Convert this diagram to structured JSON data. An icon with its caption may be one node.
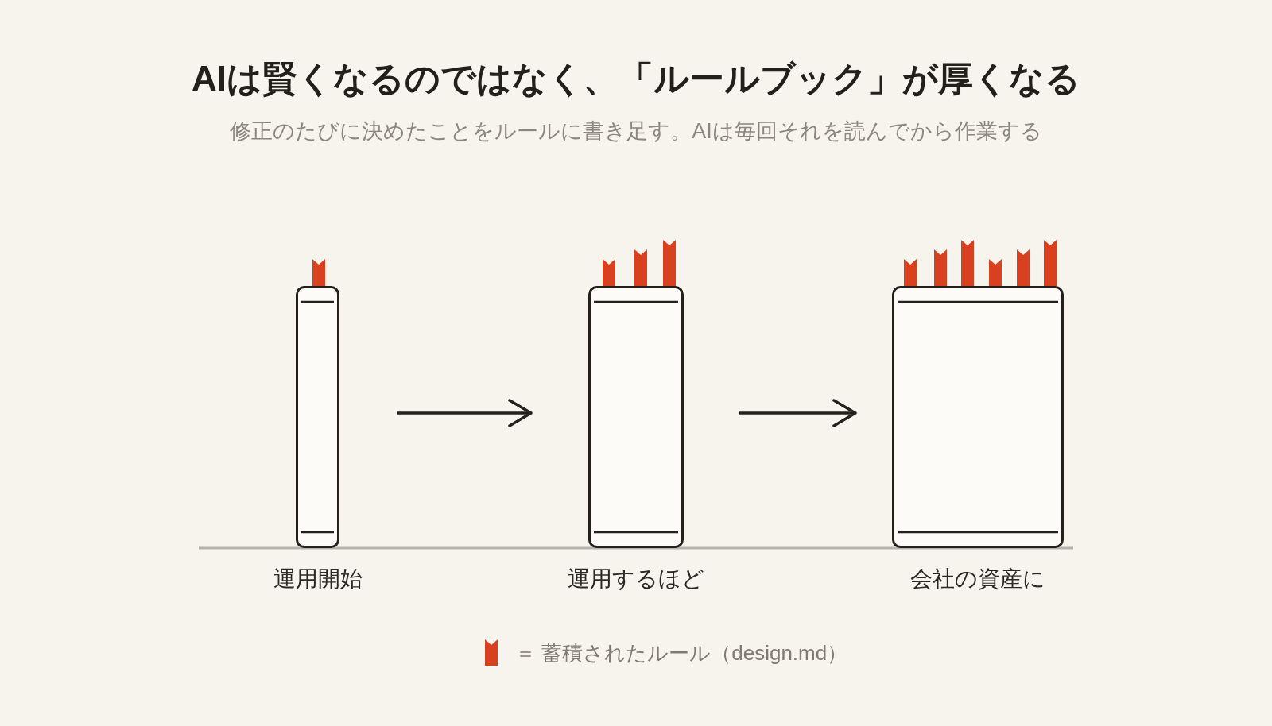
{
  "diagram": {
    "title": "AIは賢くなるのではなく、「ルールブック」が厚くなる",
    "nodes": [
      {
        "text": [
          "運用開始"
        ]
      },
      {
        "text": [
          "運用するほど"
        ]
      },
      {
        "text": [
          "会社の資産に"
        ]
      }
    ],
    "edges": [
      {
        "from": 0,
        "to": 1,
        "arrow": "to"
      },
      {
        "from": 1,
        "to": 2,
        "arrow": "to"
      }
    ],
    "labels": [
      "修正のたびに決めたことをルールに書き足す。AIは毎回それを読んでから作業する"
    ],
    "legend": [
      {
        "text": "＝ 蓄積されたルール（design.md）",
        "color": "#d8401f"
      }
    ]
  }
}
